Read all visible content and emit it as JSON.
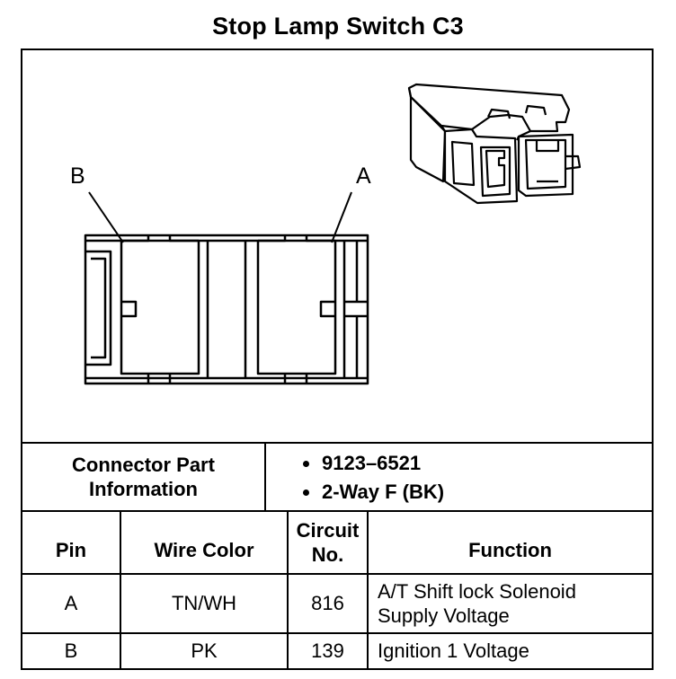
{
  "title": "Stop Lamp Switch C3",
  "diagram": {
    "pin_labels": [
      "B",
      "A"
    ]
  },
  "connector_info": {
    "label": "Connector Part Information",
    "items": [
      "9123–6521",
      "2-Way F (BK)"
    ]
  },
  "table": {
    "headers": {
      "pin": "Pin",
      "wire_color": "Wire Color",
      "circuit": "Circuit No.",
      "function": "Function"
    },
    "rows": [
      {
        "pin": "A",
        "wire_color": "TN/WH",
        "circuit": "816",
        "function": "A/T Shift lock Solenoid Supply Voltage"
      },
      {
        "pin": "B",
        "wire_color": "PK",
        "circuit": "139",
        "function": "Ignition 1 Voltage"
      }
    ]
  }
}
